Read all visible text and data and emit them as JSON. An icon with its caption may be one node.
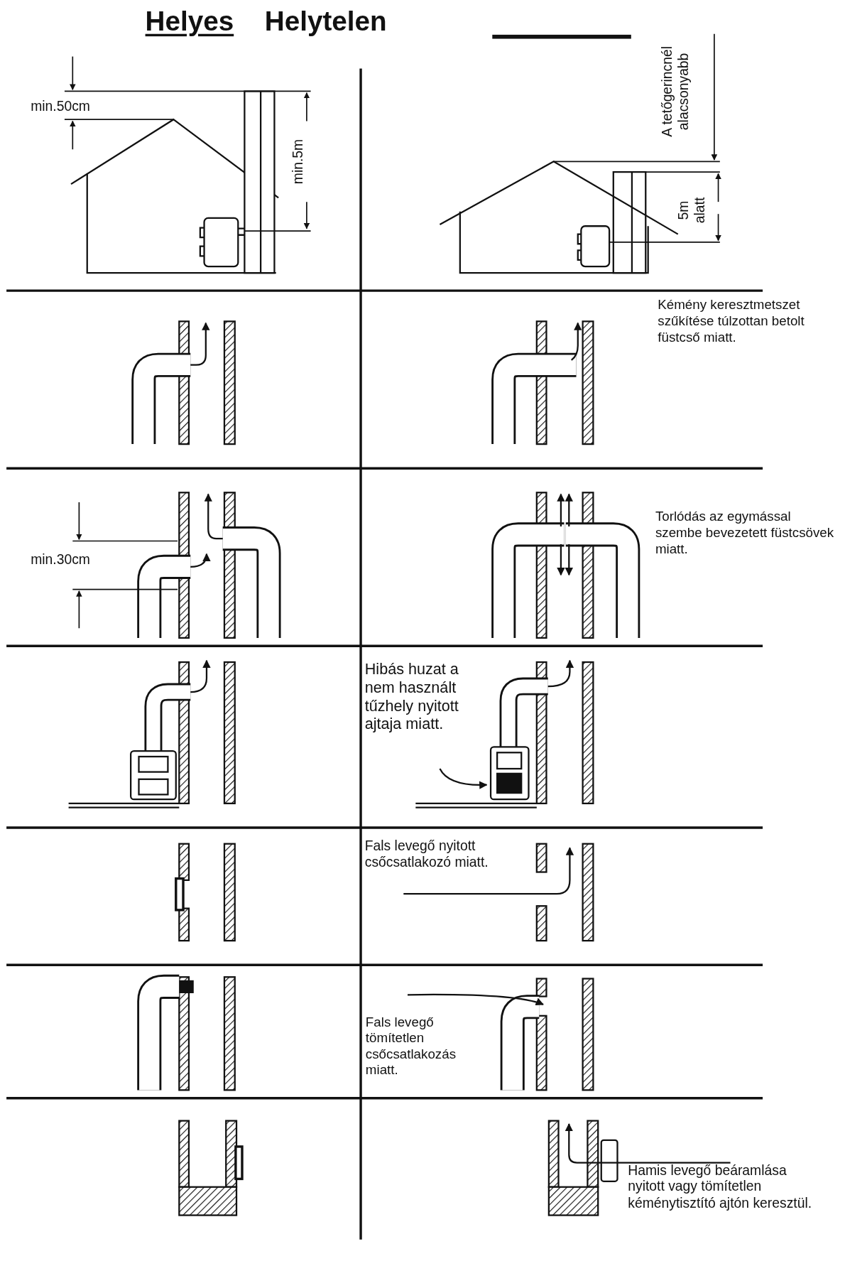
{
  "diagram": {
    "labels": [
      "Helyes",
      "Helytelen",
      "min.50cm",
      "min.5m",
      "A tetőgerincnél alacsonyabb",
      "5m alatt",
      "Kémény keresztmetszet szűkítése túlzottan betolt füstcső miatt.",
      "min.30cm",
      "Torlódás az egymással szembe bevezetett füstcsövek miatt.",
      "Hibás huzat a nem használt tűzhely nyitott ajtaja miatt.",
      "Fals levegő nyitott csőcsatlakozó miatt.",
      "Fals levegő tömítetlen csőcsatlakozás miatt.",
      "Hamis levegő beáramlása nyitott vagy tömítetlen kéménytisztító ajtón keresztül."
    ]
  }
}
